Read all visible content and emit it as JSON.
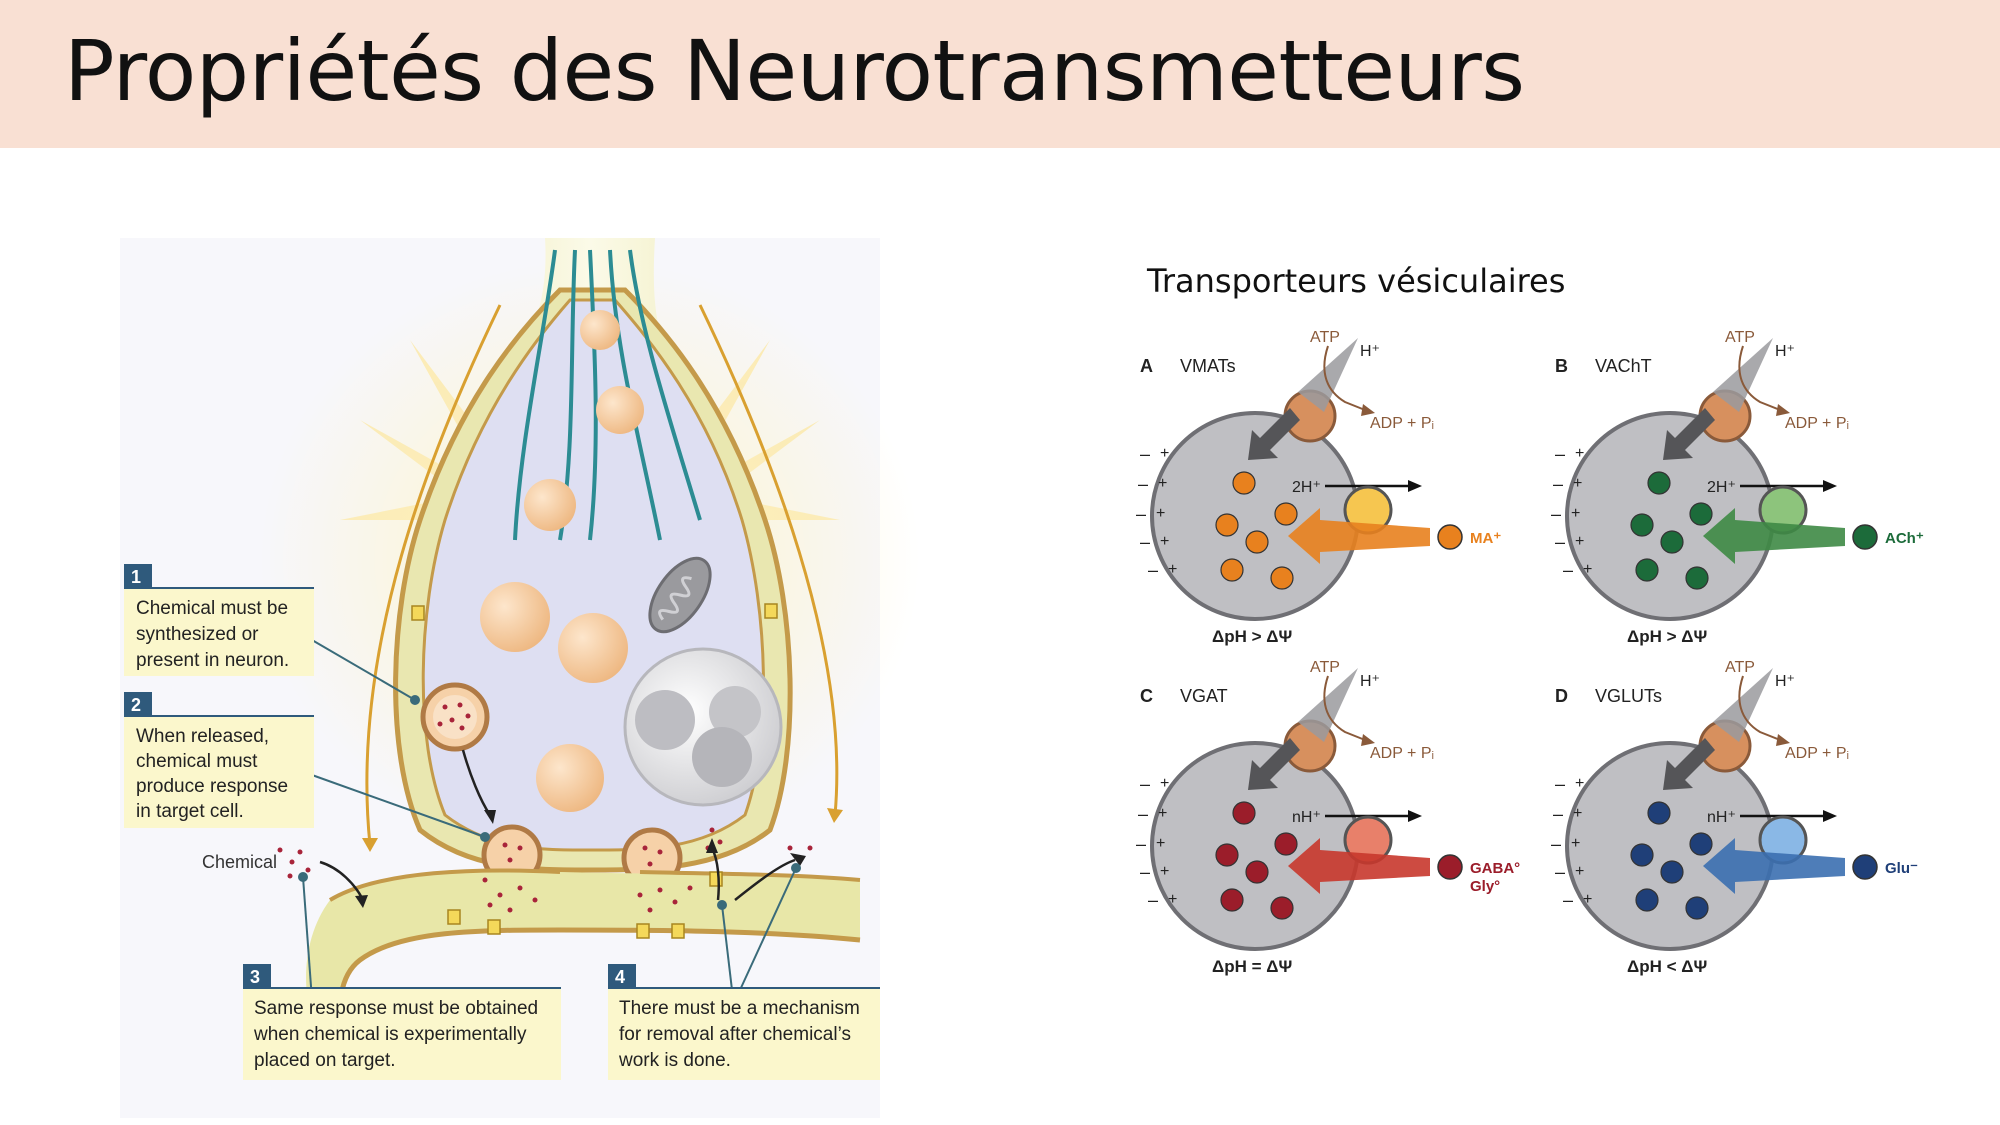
{
  "slide": {
    "title": "Propriétés des Neurotransmetteurs"
  },
  "synapse": {
    "criteria": [
      {
        "number": "1",
        "lines": [
          "Chemical must be",
          "synthesized or",
          "present in neuron."
        ]
      },
      {
        "number": "2",
        "lines": [
          "When released,",
          "chemical must",
          "produce response",
          "in target cell."
        ]
      },
      {
        "number": "3",
        "lines": [
          "Same response must be obtained",
          "when chemical is experimentally",
          "placed on target."
        ]
      },
      {
        "number": "4",
        "lines": [
          "There must be a mechanism",
          "for removal after chemical’s",
          "work is done."
        ]
      }
    ],
    "chemical_label": "Chemical"
  },
  "transporters": {
    "title": "Transporteurs vésiculaires",
    "panels": [
      {
        "letter": "A",
        "name": "VMATs",
        "proton": "2H⁺",
        "ligand": "MA⁺",
        "ligand2": "",
        "relation": "ΔpH > ΔΨ",
        "ball_color": "#e8811e",
        "pore_color": "#f6c650",
        "arrow_color": "#e8811e"
      },
      {
        "letter": "B",
        "name": "VAChT",
        "proton": "2H⁺",
        "ligand": "ACh⁺",
        "ligand2": "",
        "relation": "ΔpH > ΔΨ",
        "ball_color": "#1c6b3a",
        "pore_color": "#8dc47c",
        "arrow_color": "#3e8a45"
      },
      {
        "letter": "C",
        "name": "VGAT",
        "proton": "nH⁺",
        "ligand": "GABA°",
        "ligand2": "Gly°",
        "relation": "ΔpH = ΔΨ",
        "ball_color": "#9b1d2a",
        "pore_color": "#e8806a",
        "arrow_color": "#c8372c"
      },
      {
        "letter": "D",
        "name": "VGLUTs",
        "proton": "nH⁺",
        "ligand": "Glu⁻",
        "ligand2": "",
        "relation": "ΔpH < ΔΨ",
        "ball_color": "#1f3f78",
        "pore_color": "#8ab8e6",
        "arrow_color": "#3b6fb0"
      }
    ],
    "atp": "ATP",
    "h_plus": "H⁺",
    "adp": "ADP + Pᵢ",
    "minus": "–",
    "plus": "+"
  },
  "colors": {
    "title_bar": "#f9e0d3",
    "cleft": "#e8e7a8",
    "vesicle_fill": "#f6d1a8",
    "terminal_fill": "#dedff2"
  }
}
